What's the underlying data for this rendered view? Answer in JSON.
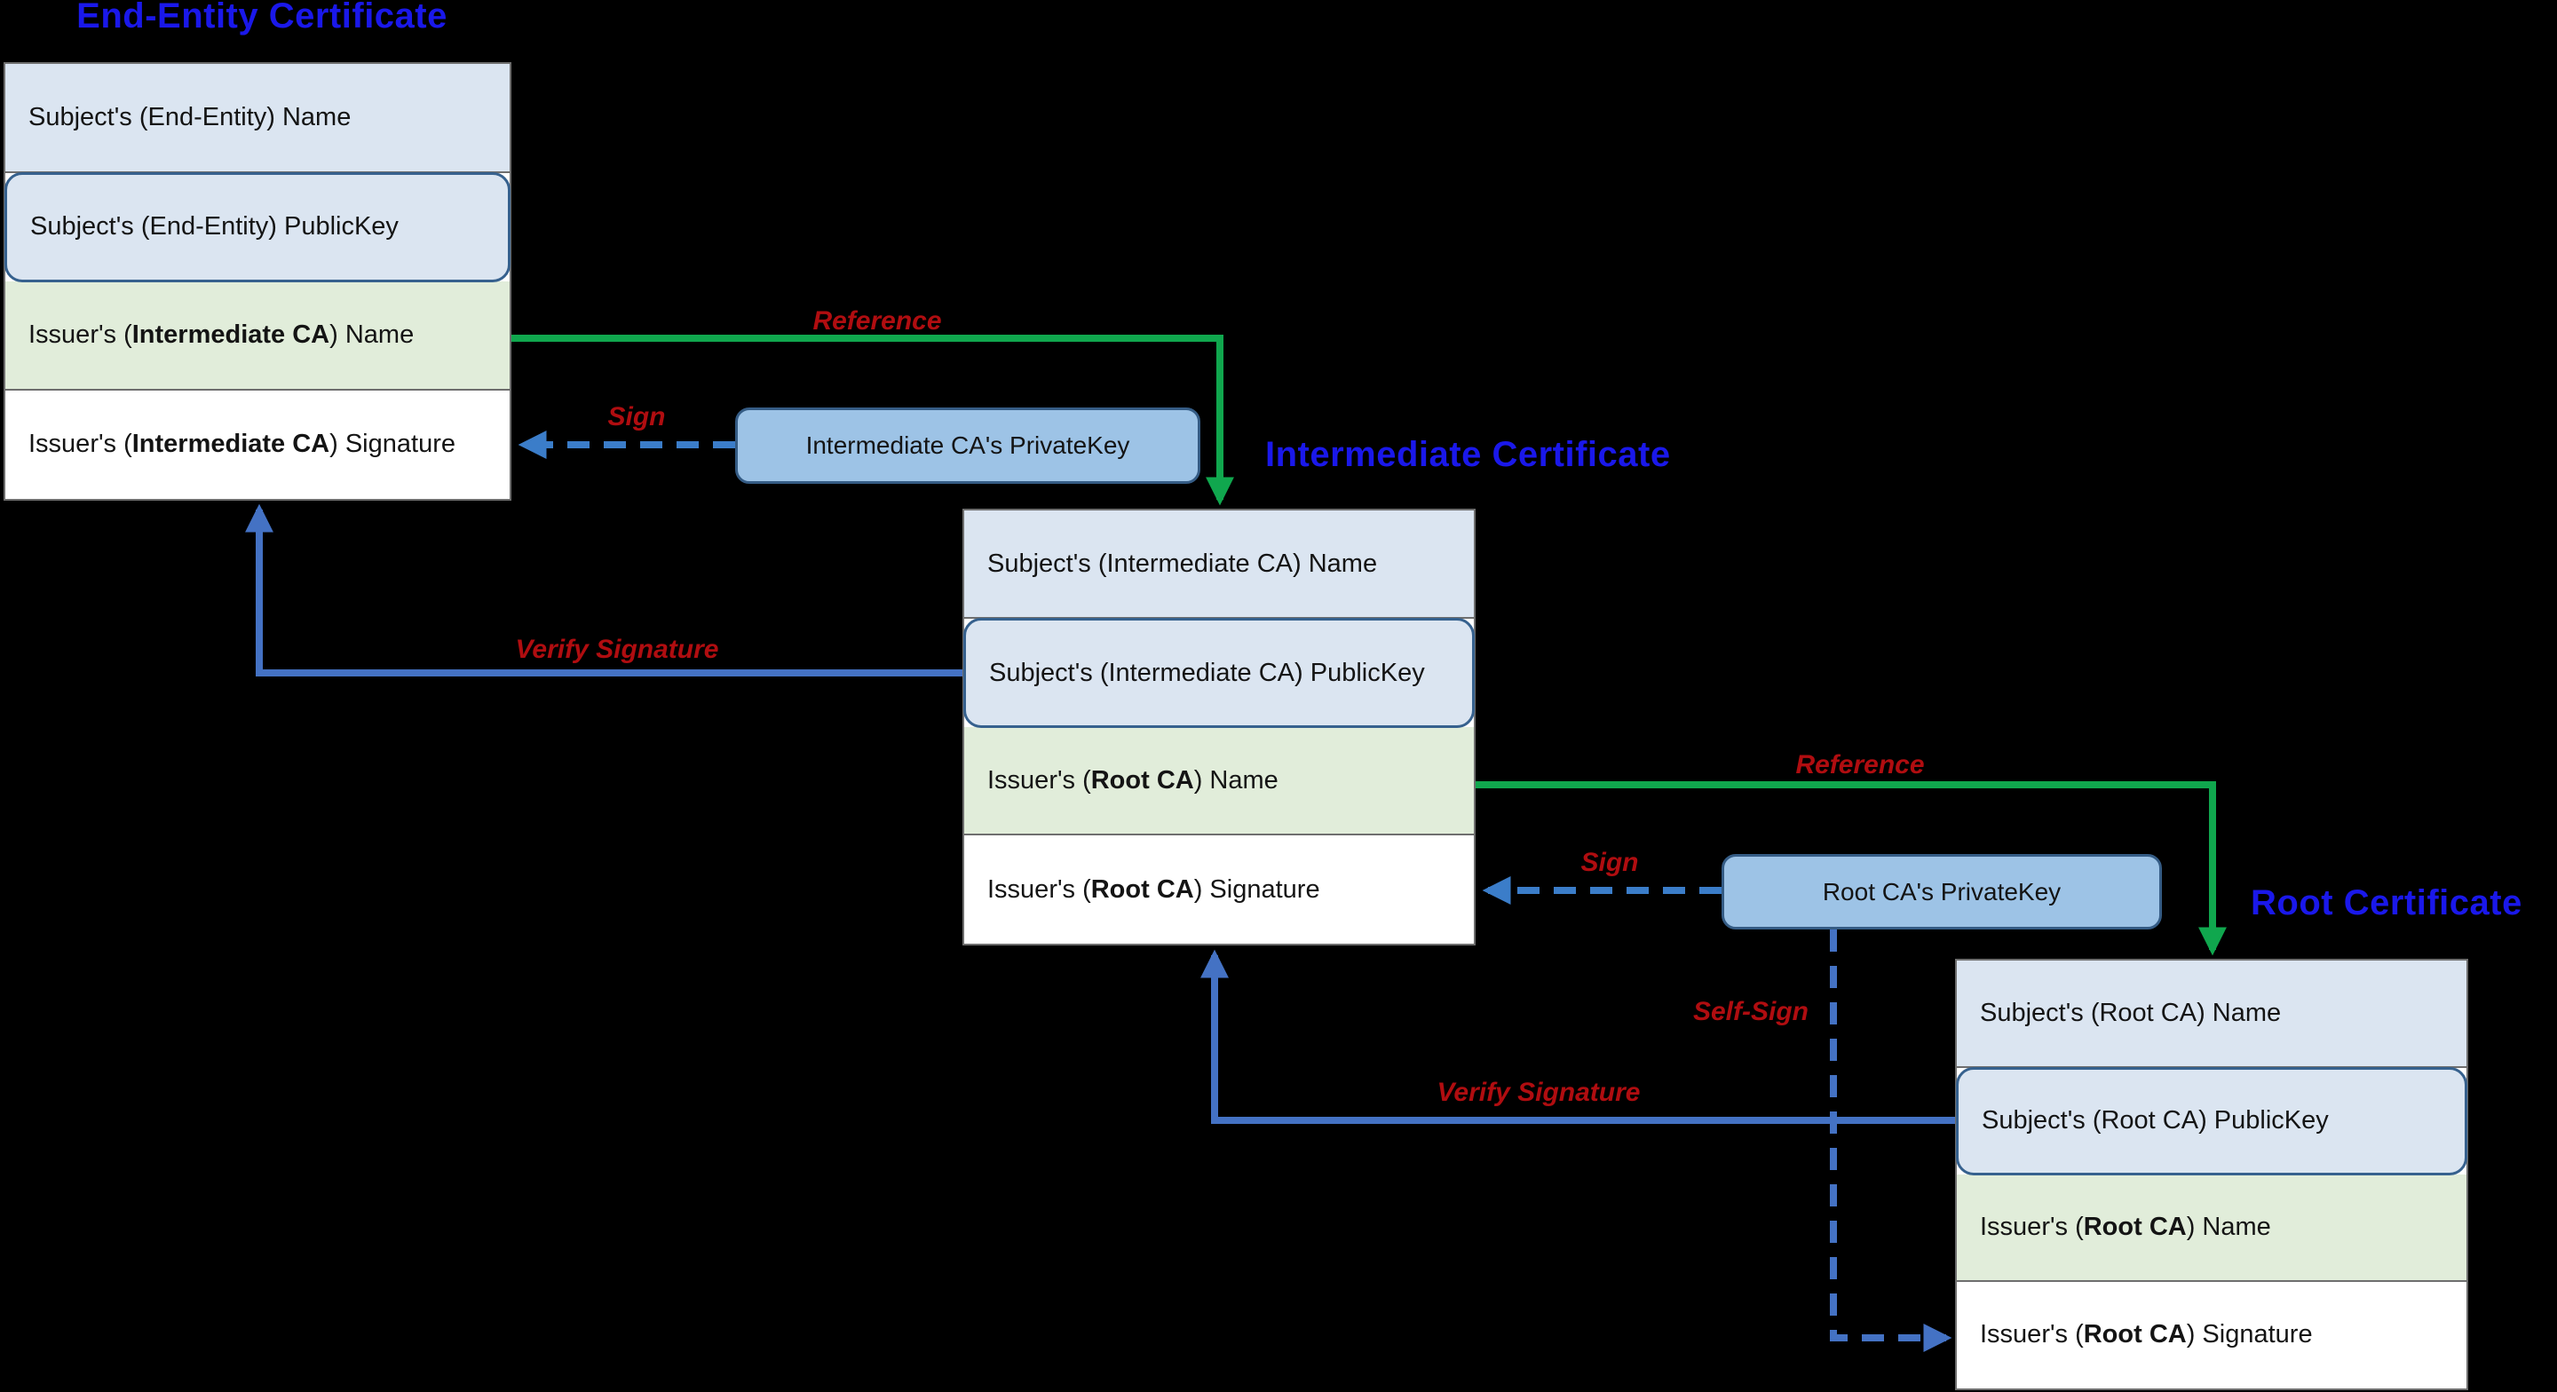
{
  "diagram_title": "Certificate chain of trust",
  "colors": {
    "background": "#000000",
    "title_blue": "#1a18ea",
    "subject_row_fill": "#dbe5f1",
    "issuer_name_row_fill": "#e1edda",
    "signature_row_fill": "#ffffff",
    "box_border_gray": "#6e6e6e",
    "publickey_border_blue": "#36618e",
    "privatekey_fill": "#9dc3e6",
    "privatekey_border": "#355c85",
    "reference_arrow_green": "#10a74e",
    "verify_arrow_blue": "#4472c4",
    "sign_arrow_blue": "#3b7dc9",
    "label_red": "#b00d10"
  },
  "certificates": [
    {
      "title": "End-Entity Certificate",
      "rows": [
        {
          "type": "subject-name",
          "prefix": "Subject's (End-Entity) Name"
        },
        {
          "type": "subject-publickey",
          "prefix": "Subject's (End-Entity) PublicKey"
        },
        {
          "type": "issuer-name",
          "prefix": "Issuer's (",
          "bold": "Intermediate CA",
          "suffix": ") Name"
        },
        {
          "type": "issuer-signature",
          "prefix": "Issuer's (",
          "bold": "Intermediate CA",
          "suffix": ") Signature"
        }
      ]
    },
    {
      "title": "Intermediate Certificate",
      "rows": [
        {
          "type": "subject-name",
          "prefix": "Subject's (Intermediate CA) Name"
        },
        {
          "type": "subject-publickey",
          "prefix": "Subject's (Intermediate CA) PublicKey"
        },
        {
          "type": "issuer-name",
          "prefix": "Issuer's (",
          "bold": "Root CA",
          "suffix": ") Name"
        },
        {
          "type": "issuer-signature",
          "prefix": "Issuer's (",
          "bold": "Root CA",
          "suffix": ") Signature"
        }
      ]
    },
    {
      "title": "Root Certificate",
      "rows": [
        {
          "type": "subject-name",
          "prefix": "Subject's (Root CA) Name"
        },
        {
          "type": "subject-publickey",
          "prefix": "Subject's (Root CA) PublicKey"
        },
        {
          "type": "issuer-name",
          "prefix": "Issuer's (",
          "bold": "Root CA",
          "suffix": ") Name"
        },
        {
          "type": "issuer-signature",
          "prefix": "Issuer's (",
          "bold": "Root CA",
          "suffix": ") Signature"
        }
      ]
    }
  ],
  "private_keys": [
    {
      "label": "Intermediate CA's PrivateKey"
    },
    {
      "label": "Root CA's PrivateKey"
    }
  ],
  "arrows": [
    {
      "name": "reference-ee-to-intermediate",
      "label": "Reference",
      "style": "solid-green"
    },
    {
      "name": "sign-by-intermediate-privatekey",
      "label": "Sign",
      "style": "dashed-blue"
    },
    {
      "name": "verify-intermediate-to-ee",
      "label": "Verify Signature",
      "style": "solid-blue"
    },
    {
      "name": "reference-intermediate-to-root",
      "label": "Reference",
      "style": "solid-green"
    },
    {
      "name": "sign-by-root-privatekey",
      "label": "Sign",
      "style": "dashed-blue"
    },
    {
      "name": "self-sign-root",
      "label": "Self-Sign",
      "style": "dashed-blue"
    },
    {
      "name": "verify-root-to-intermediate",
      "label": "Verify Signature",
      "style": "solid-blue"
    }
  ]
}
